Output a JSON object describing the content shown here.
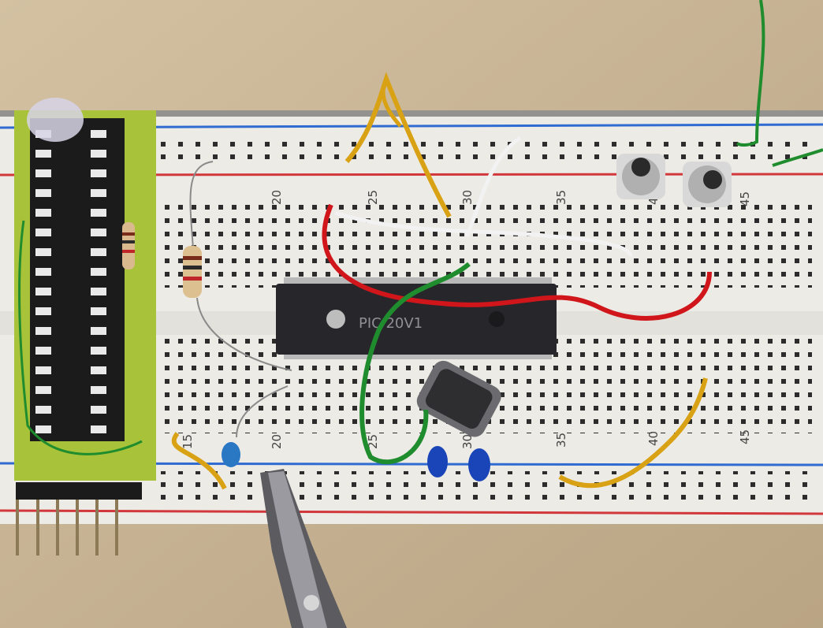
{
  "scene": {
    "description_free": true,
    "chip_marking": "PIC 20V1",
    "row_numbers_top": [
      "20",
      "25",
      "30",
      "35",
      "40",
      "45"
    ],
    "row_numbers_bottom": [
      "15",
      "20",
      "25",
      "30",
      "35",
      "40",
      "45"
    ]
  },
  "colors": {
    "table": "#c9b596",
    "breadboard": "#ecebe5",
    "rail_red": "#d2373c",
    "rail_blue": "#2f6bd1",
    "chip": "#27272b",
    "wire_red": "#d0161b",
    "wire_green": "#1f8c2e",
    "wire_yellow": "#d9a114",
    "wire_white": "#f2f2f2",
    "pcb": "#a8c23a",
    "capacitor": "#1a45b8"
  }
}
